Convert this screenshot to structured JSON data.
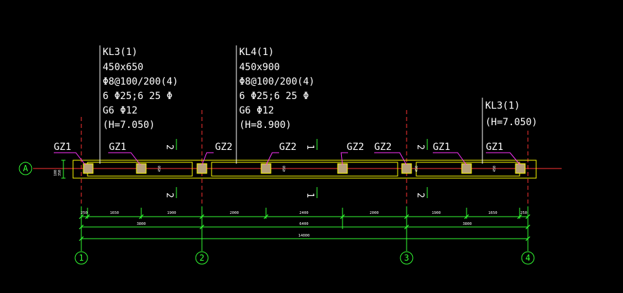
{
  "colors": {
    "background": "#000000",
    "text": "#ffffff",
    "beam_outline": "#ffff00",
    "axis_line": "#ff3333",
    "dimension": "#33ff33",
    "gz_leader": "#ff33ff",
    "column_fill": "#b8a27a"
  },
  "beam_notes": [
    {
      "lines": [
        "KL3(1)",
        "450x650",
        "Φ8@100/200(4)",
        "6 Φ25;6 25 Φ",
        "G6 Φ12",
        "(H=7.050)"
      ]
    },
    {
      "lines": [
        "KL4(1)",
        "450x900",
        "Φ8@100/200(4)",
        "6 Φ25;6 25 Φ",
        "G6 Φ12",
        "(H=8.900)"
      ]
    },
    {
      "lines": [
        "KL3(1)",
        "(H=7.050)"
      ]
    }
  ],
  "gz_labels": [
    "GZ1",
    "GZ1",
    "GZ2",
    "GZ2",
    "GZ2",
    "GZ2",
    "GZ1",
    "GZ1"
  ],
  "section_marks": [
    "2",
    "1",
    "2",
    "2",
    "1",
    "2"
  ],
  "axis_labels": {
    "rows": [
      "A"
    ],
    "cols": [
      "1",
      "2",
      "3",
      "4"
    ]
  },
  "dim_row1": [
    "250",
    "1650",
    "1900",
    "2000",
    "2400",
    "2000",
    "1900",
    "1650",
    "250"
  ],
  "dim_row2": [
    "3800",
    "6400",
    "3800"
  ],
  "dim_row3": [
    "14000"
  ],
  "small_labels": [
    "100",
    "350",
    "450",
    "450",
    "450",
    "450"
  ]
}
